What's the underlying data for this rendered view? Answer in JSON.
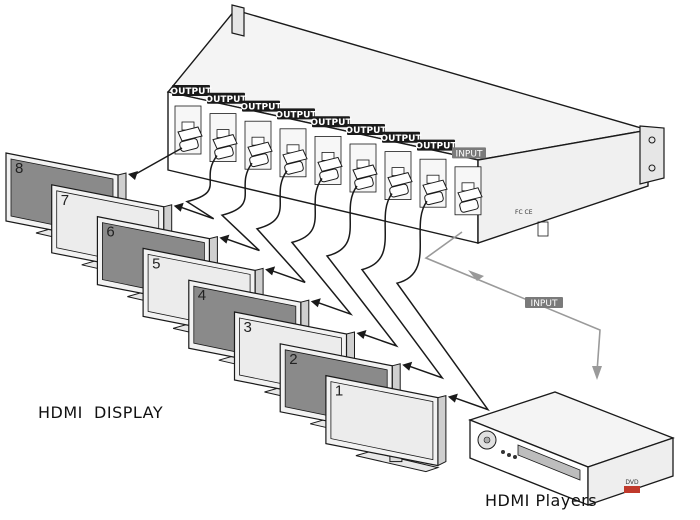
{
  "labels": {
    "output_tags": [
      "OUTPUT",
      "OUTPUT",
      "OUTPUT",
      "OUTPUT",
      "OUTPUT",
      "OUTPUT",
      "OUTPUT",
      "OUTPUT"
    ],
    "input_tag": "INPUT",
    "input_cable_tag": "INPUT",
    "display_caption": "HDMI  DISPLAY",
    "player_caption": "HDMI Players",
    "dvd_brand": "DVD"
  },
  "monitors": [
    {
      "number": "8",
      "screen": "dark"
    },
    {
      "number": "7",
      "screen": "light"
    },
    {
      "number": "6",
      "screen": "dark"
    },
    {
      "number": "5",
      "screen": "light"
    },
    {
      "number": "4",
      "screen": "dark"
    },
    {
      "number": "3",
      "screen": "light"
    },
    {
      "number": "2",
      "screen": "dark"
    },
    {
      "number": "1",
      "screen": "light"
    }
  ],
  "colors": {
    "line": "#1a1a1a",
    "dark_screen": "#8a8a8a",
    "light_screen": "#ececec",
    "input_cable": "#9a9a9a",
    "dvd_logo": "#c0392b"
  }
}
